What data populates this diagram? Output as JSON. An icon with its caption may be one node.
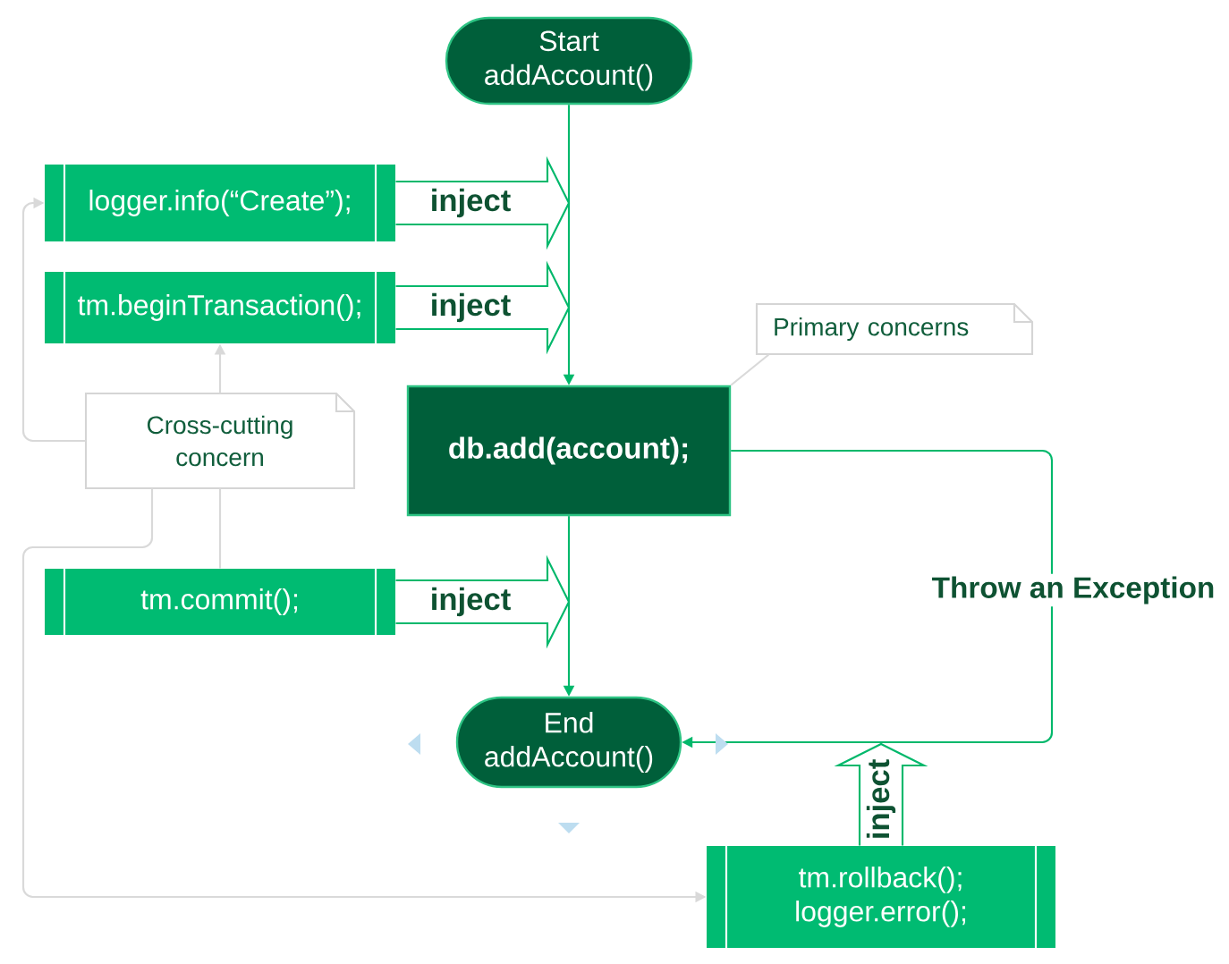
{
  "diagram": {
    "nodes": [
      {
        "text": [
          "Start addAccount()"
        ]
      },
      {
        "text": [
          "logger.info(“Create”);"
        ]
      },
      {
        "text": [
          "tm.beginTransaction();"
        ]
      },
      {
        "text": [
          "Primary concerns"
        ]
      },
      {
        "text": [
          "db.add(account);"
        ]
      },
      {
        "text": [
          "Cross-cutting concern"
        ]
      },
      {
        "text": [
          "tm.commit();"
        ]
      },
      {
        "text": [
          "End addAccount()"
        ]
      },
      {
        "text": [
          "tm.rollback(); logger.error();"
        ]
      }
    ],
    "edges": [
      {
        "from": 0,
        "to": 4,
        "arrow": "to",
        "color": "#00b86b"
      },
      {
        "from": 4,
        "to": 7,
        "arrow": "to",
        "color": "#00b86b"
      },
      {
        "from": 4,
        "to": 7,
        "arrow": "to",
        "label": "Throw an Exception",
        "color": "#00b86b"
      },
      {
        "from": 1,
        "to": null,
        "arrow": "to",
        "label": "inject",
        "style": "thick"
      },
      {
        "from": 2,
        "to": null,
        "arrow": "to",
        "label": "inject",
        "style": "thick"
      },
      {
        "from": 6,
        "to": null,
        "arrow": "to",
        "label": "inject",
        "style": "thick"
      },
      {
        "from": 8,
        "to": null,
        "arrow": "to",
        "label": "inject",
        "style": "thick"
      },
      {
        "from": 3,
        "to": 4,
        "arrow": "none",
        "color": "#d9d9d9"
      },
      {
        "from": 5,
        "to": 1,
        "arrow": "to",
        "color": "#d9d9d9"
      },
      {
        "from": 5,
        "to": 2,
        "arrow": "to",
        "color": "#d9d9d9"
      },
      {
        "from": 5,
        "to": 6,
        "arrow": "none",
        "color": "#d9d9d9"
      },
      {
        "from": 5,
        "to": 8,
        "arrow": "to",
        "color": "#d9d9d9"
      }
    ]
  }
}
